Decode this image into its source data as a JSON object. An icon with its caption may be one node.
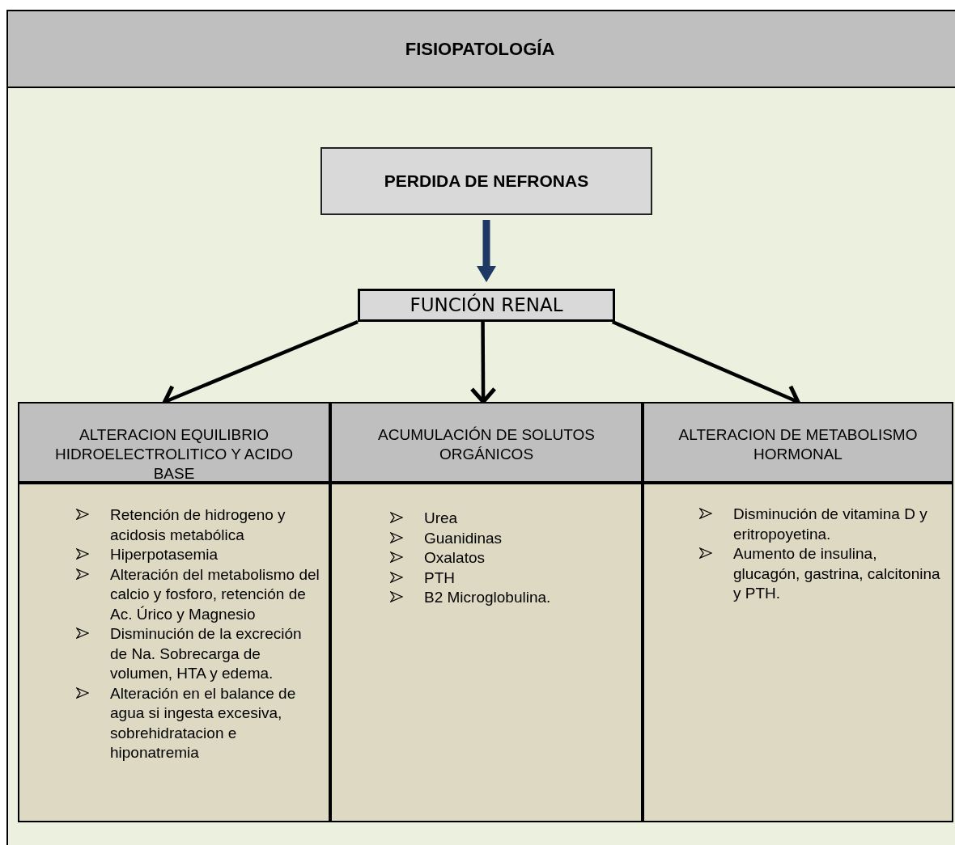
{
  "diagram": {
    "title": "FISIOPATOLOGÍA",
    "nodes": [
      {
        "text": [
          "PERDIDA DE NEFRONAS"
        ]
      },
      {
        "text": [
          "FUNCIÓN RENAL"
        ]
      },
      {
        "text": [
          "ALTERACION EQUILIBRIO HIDROELECTROLITICO Y ACIDO BASE"
        ]
      },
      {
        "text": [
          "ACUMULACIÓN DE SOLUTOS ORGÁNICOS"
        ]
      },
      {
        "text": [
          "ALTERACION DE METABOLISMO HORMONAL"
        ]
      },
      {
        "text": [
          "Retención de hidrogeno y acidosis metabólica",
          "Hiperpotasemia",
          "Alteración del metabolismo del calcio y fosforo, retención de Ac. Úrico y Magnesio",
          "Disminución de la excreción de Na. Sobrecarga de volumen, HTA y edema.",
          "Alteración en el balance de agua si ingesta excesiva, sobrehidratacion e hiponatremia"
        ]
      },
      {
        "text": [
          "Urea",
          "Guanidinas",
          "Oxalatos",
          "PTH",
          "B2 Microglobulina."
        ]
      },
      {
        "text": [
          "Disminución de vitamina D y eritropoyetina.",
          "Aumento de insulina, glucagón, gastrina, calcitonina y PTH."
        ]
      }
    ],
    "edges": [
      {
        "from": 0,
        "to": 1,
        "arrow": "to",
        "style": "thick",
        "color": "#1f3864"
      },
      {
        "from": 1,
        "to": 2,
        "arrow": "to"
      },
      {
        "from": 1,
        "to": 3,
        "arrow": "to"
      },
      {
        "from": 1,
        "to": 4,
        "arrow": "to"
      }
    ]
  }
}
